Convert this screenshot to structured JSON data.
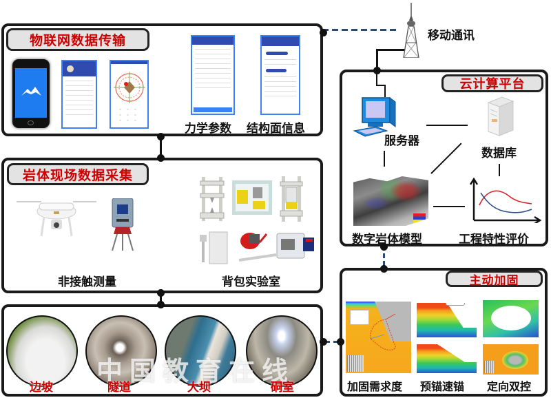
{
  "diagram": {
    "iot_panel": {
      "title": "物联网数据传输",
      "labels": {
        "mechanics": "力学参数",
        "structure": "结构面信息"
      }
    },
    "field_panel": {
      "title": "岩体现场数据采集",
      "labels": {
        "noncontact": "非接触测量",
        "backpack_lab": "背包实验室"
      }
    },
    "sites_panel": {
      "items": [
        {
          "label": "边坡"
        },
        {
          "label": "隧道"
        },
        {
          "label": "大坝"
        },
        {
          "label": "硐室"
        }
      ],
      "watermark": "中国教育在线"
    },
    "mobile": {
      "label": "移动通讯"
    },
    "cloud_panel": {
      "title": "云计算平台",
      "nodes": {
        "server": "服务器",
        "database": "数据库",
        "rock_model": "数字岩体模型",
        "evaluation": "工程特性评价"
      }
    },
    "reinforce_panel": {
      "title": "主动加固",
      "labels": {
        "demand": "加固需求度",
        "anchor": "预锚速锚",
        "dual": "定向双控"
      }
    },
    "colors": {
      "title_red": "#cc0000",
      "pill_bg": "#e3e3e3",
      "border": "#1a1a1a",
      "dash_blue": "#2d4a6b",
      "chart_red": "#d62728",
      "chart_blue": "#2c4f8a"
    }
  }
}
